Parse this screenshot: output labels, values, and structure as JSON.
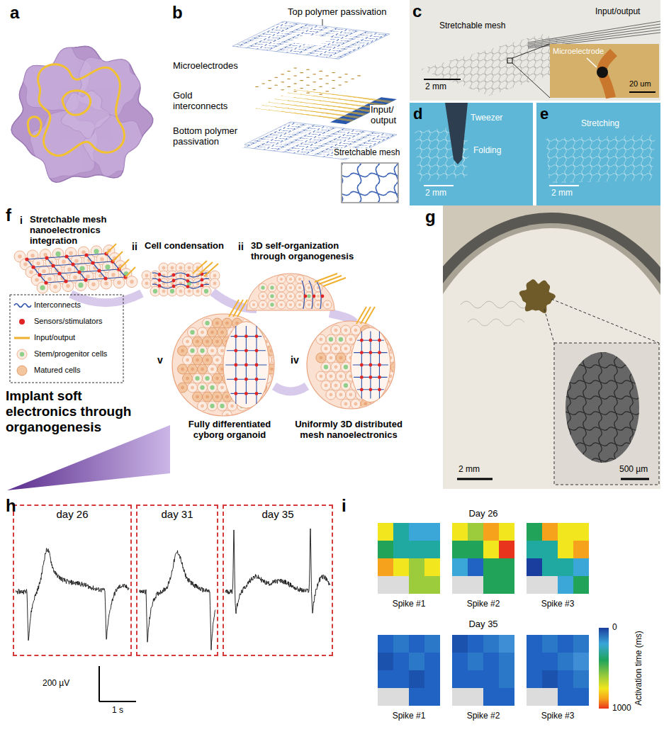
{
  "diagram": {
    "nodes": [
      {
        "text": [
          "day 26"
        ]
      },
      {
        "text": [
          "day 31"
        ]
      },
      {
        "text": [
          "day 35"
        ]
      }
    ],
    "labels": [
      "a",
      "b",
      "c",
      "Top polymer passivation",
      "Microelectrodes",
      "Input/ output",
      "Gold interconnects",
      "Bottom polymer passivation",
      "Stretchable mesh",
      "Input/output",
      "Stretchable mesh",
      "2 mm",
      "Microelectrode",
      "20 um",
      "d",
      "Tweezer",
      "Folding",
      "2 mm",
      "e",
      "Stretching",
      "2 mm",
      "f",
      "i",
      "Stretchable mesh nanoelectronics integration",
      "ii",
      "Cell condensation",
      "ii",
      "3D self-organization through organogenesis",
      "iv",
      "Uniformly 3D distributed mesh nanoelectronics",
      "v",
      "Fully differentiated cyborg organoid",
      "Implant soft electronics through organogenesis",
      "g",
      "2 mm",
      "500 µm",
      "h",
      "200 µV",
      "1 s",
      "i",
      "Day 26",
      "Spike #1",
      "Spike #2",
      "Spike #3",
      "Day 35",
      "Spike #1",
      "Spike #2",
      "Spike #3",
      "0",
      "Activation time (ms)",
      "1000"
    ],
    "legend": [
      {
        "text": "Interconnects"
      },
      {
        "text": "Sensors/stimulators",
        "color": "#e02424"
      },
      {
        "text": "Input/output"
      },
      {
        "text": "Stem/progenitor cells"
      },
      {
        "text": "Matured cells",
        "color": "#f3c6a0"
      }
    ]
  }
}
